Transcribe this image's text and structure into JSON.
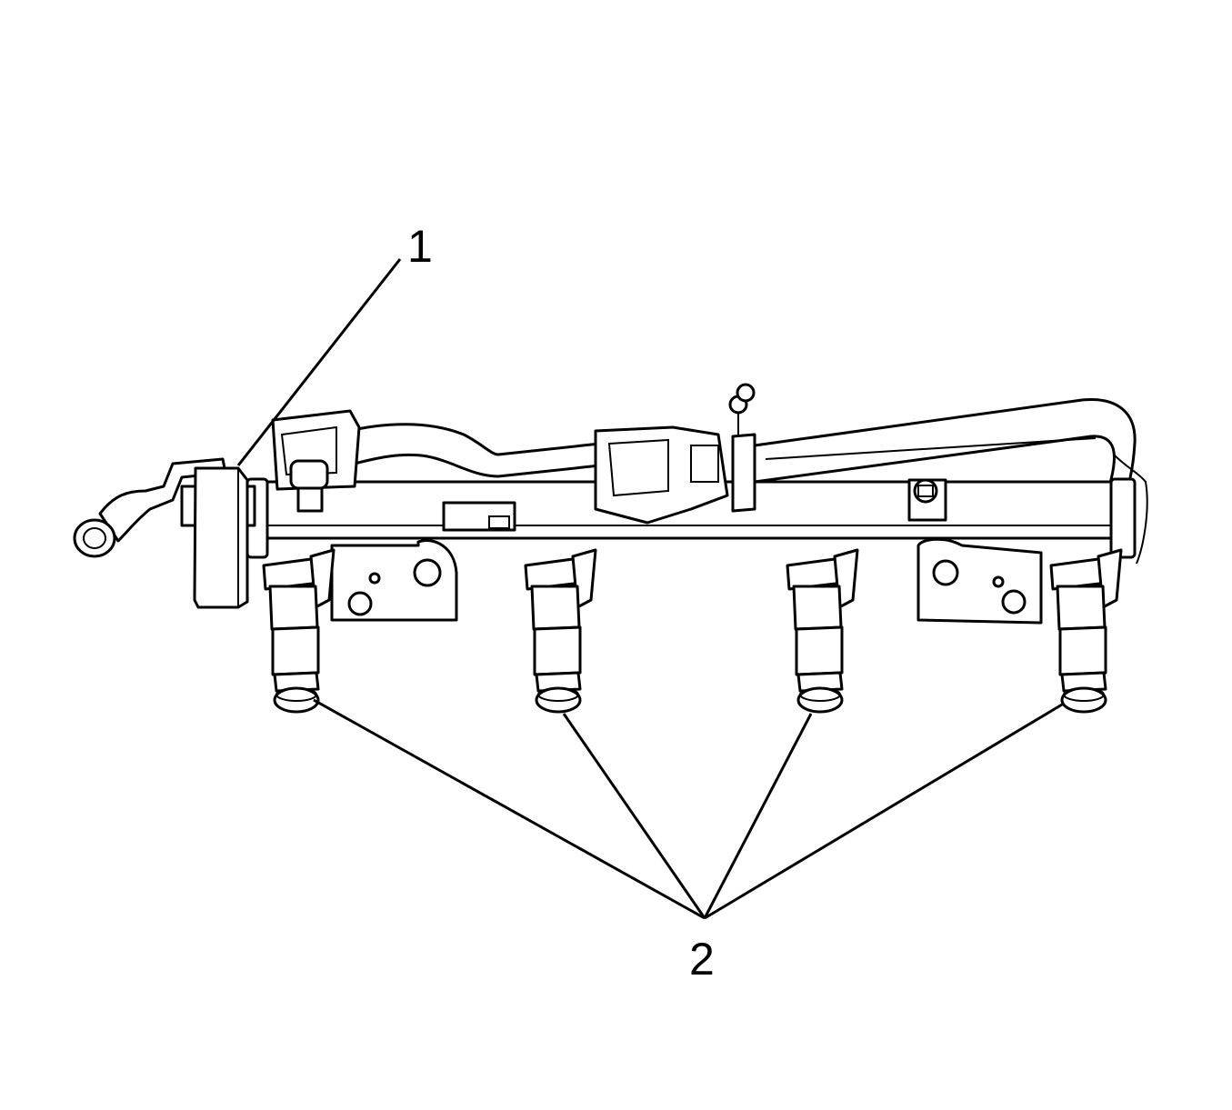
{
  "figure": {
    "background": "#ffffff",
    "line_color": "#000000"
  },
  "callouts": [
    {
      "id": "callout-1",
      "label": "1"
    },
    {
      "id": "callout-2",
      "label": "2"
    }
  ]
}
